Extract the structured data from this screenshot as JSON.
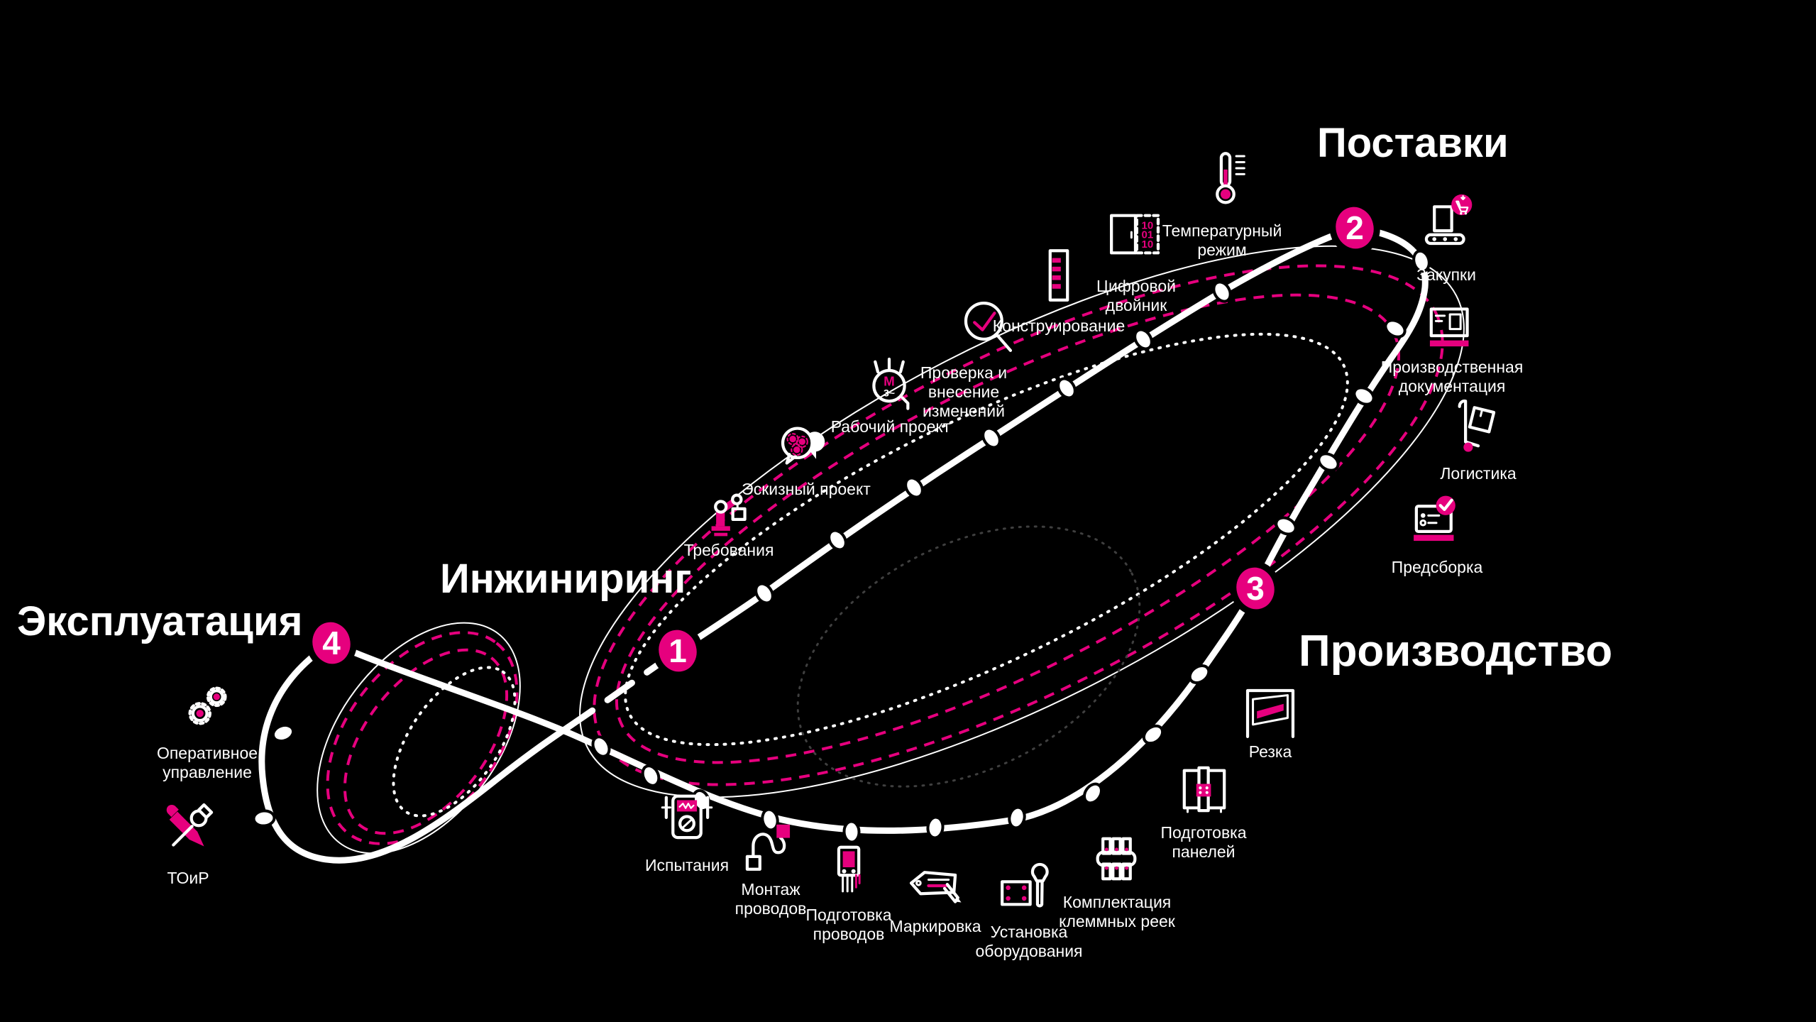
{
  "palette": {
    "background": "#000000",
    "accent": "#E6007E",
    "text": "#FFFFFF"
  },
  "phases": [
    {
      "number": "1",
      "title": "Инжиниринг",
      "steps": [
        {
          "icon": "robot-arm-icon",
          "label": "Требования"
        },
        {
          "icon": "speech-gears-icon",
          "label": "Эскизный проект"
        },
        {
          "icon": "motor-icon",
          "label": "Рабочий проект",
          "icon_text_top": "M",
          "icon_text_bottom": "3~"
        },
        {
          "icon": "magnifier-check-icon",
          "label": "Проверка и\nвнесение\nизменений"
        },
        {
          "icon": "rack-icon",
          "label": "Конструирование"
        },
        {
          "icon": "cabinet-binary-icon",
          "label": "Цифровой\nдвойник",
          "icon_text_rows": [
            "10",
            "01",
            "10"
          ]
        },
        {
          "icon": "thermometer-icon",
          "label": "Температурный\nрежим"
        }
      ]
    },
    {
      "number": "2",
      "title": "Поставки",
      "steps": [
        {
          "icon": "conveyor-cart-icon",
          "label": "Закупки"
        },
        {
          "icon": "production-doc-icon",
          "label": "Производственная\nдокументация"
        },
        {
          "icon": "handtruck-icon",
          "label": "Логистика"
        },
        {
          "icon": "laptop-check-icon",
          "label": "Предсборка"
        }
      ]
    },
    {
      "number": "3",
      "title": "Производство",
      "steps": [
        {
          "icon": "cutting-icon",
          "label": "Резка"
        },
        {
          "icon": "panel-prep-icon",
          "label": "Подготовка\nпанелей"
        },
        {
          "icon": "terminal-rail-icon",
          "label": "Комплектация\nклеммных реек"
        },
        {
          "icon": "plate-wrench-icon",
          "label": "Установка\nоборудования"
        },
        {
          "icon": "tag-pen-icon",
          "label": "Маркировка"
        },
        {
          "icon": "wire-prep-icon",
          "label": "Подготовка\nпроводов"
        },
        {
          "icon": "wire-mount-icon",
          "label": "Монтаж\nпроводов"
        },
        {
          "icon": "multimeter-icon",
          "label": "Испытания"
        }
      ]
    },
    {
      "number": "4",
      "title": "Эксплуатация",
      "steps": [
        {
          "icon": "gears-icon",
          "label": "Оперативное\nуправление"
        },
        {
          "icon": "wrench-screwdriver-icon",
          "label": "ТОиР"
        }
      ]
    }
  ]
}
